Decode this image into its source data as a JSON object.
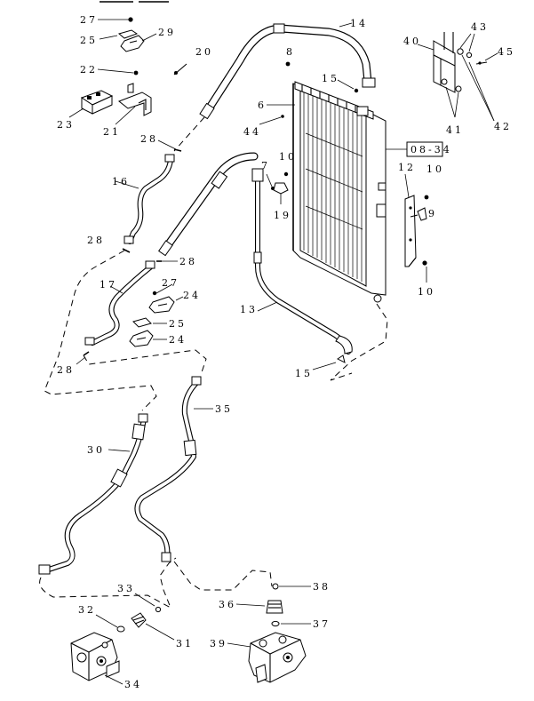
{
  "callouts": {
    "c27a": "27",
    "c25a": "25",
    "c29": "29",
    "c22": "22",
    "c20": "20",
    "c23": "23",
    "c21": "21",
    "c14": "14",
    "c8": "8",
    "c15a": "15",
    "c6": "6",
    "c44": "44",
    "c40": "40",
    "c43": "43",
    "c45": "45",
    "c41": "41",
    "c42": "42",
    "c28a": "28",
    "c16": "16",
    "c7": "7",
    "c10a": "10",
    "c19": "19",
    "c12": "12",
    "c10b": "10",
    "c9": "9",
    "c10c": "10",
    "c28b": "28",
    "c28c": "28",
    "c17": "17",
    "c27b": "27",
    "c24a": "24",
    "c25b": "25",
    "c24b": "24",
    "c13": "13",
    "c15b": "15",
    "c28d": "28",
    "c35": "35",
    "c30": "30",
    "c33": "33",
    "c38": "38",
    "c32": "32",
    "c36": "36",
    "c37": "37",
    "c31": "31",
    "c39": "39",
    "c34": "34"
  },
  "reference_box": "08-34"
}
